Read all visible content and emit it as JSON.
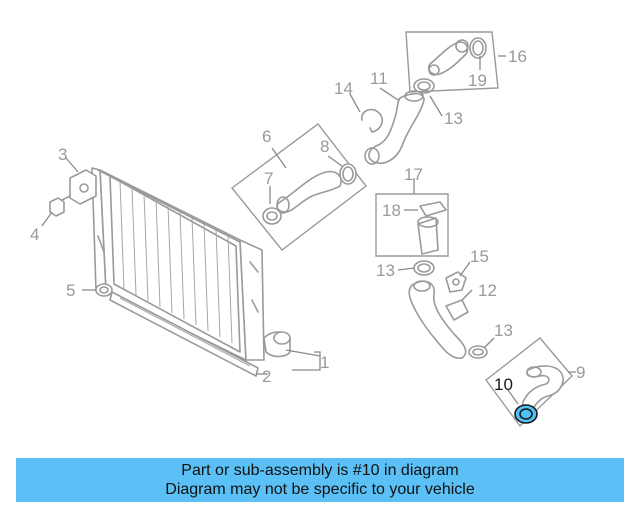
{
  "diagram": {
    "highlight_color": "#4fc3f7",
    "callouts": {
      "c1": "1",
      "c2": "2",
      "c3": "3",
      "c4": "4",
      "c5": "5",
      "c6": "6",
      "c7": "7",
      "c8": "8",
      "c9": "9",
      "c10": "10",
      "c11": "11",
      "c12": "12",
      "c13a": "13",
      "c13b": "13",
      "c13c": "13",
      "c14": "14",
      "c15": "15",
      "c16": "16",
      "c17": "17",
      "c18": "18",
      "c19": "19"
    }
  },
  "banner": {
    "line1": "Part or sub-assembly is #10 in diagram",
    "line2": "Diagram may not be specific to your vehicle",
    "background": "#5bc0f5"
  }
}
